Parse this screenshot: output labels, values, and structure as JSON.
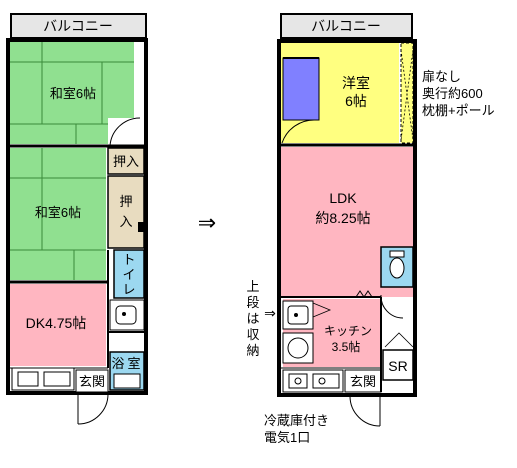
{
  "before": {
    "balcony": "バルコニー",
    "washitsu_top": "和室6帖",
    "washitsu_mid": "和室6帖",
    "oshiire_1": "押入",
    "oshiire_2a": "押",
    "oshiire_2b": "入",
    "toilet_1": "ト",
    "toilet_2": "イ",
    "toilet_3": "レ",
    "dk": "DK4.75帖",
    "bath_1": "浴",
    "bath_2": "室",
    "genkan": "玄関"
  },
  "arrow": "⇒",
  "after": {
    "balcony": "バルコニー",
    "youshitsu_1": "洋室",
    "youshitsu_2": "6帖",
    "ldk_1": "LDK",
    "ldk_2": "約8.25帖",
    "kitchen_1": "キッチン",
    "kitchen_2": "3.5帖",
    "genkan": "玄関",
    "sr": "SR",
    "note_shelf": [
      "扉なし",
      "奥行約600",
      "枕棚+ポール"
    ],
    "note_storage": [
      "上",
      "段",
      "は",
      "収",
      "納"
    ],
    "note_storage_arrow": "⇒",
    "note_fridge": [
      "冷蔵庫付き",
      "電気1口"
    ]
  },
  "colors": {
    "tatami": "#90e090",
    "tatami_line": "#3a8a3a",
    "dk_pink": "#ffb6c1",
    "ldk_pink": "#ffb6c1",
    "yellow": "#ffff80",
    "purple": "#8080ff",
    "tan": "#e8dcc0",
    "cyan": "#9cd8f0",
    "wall": "#000000",
    "balcony_fill": "#e6e6e6"
  }
}
